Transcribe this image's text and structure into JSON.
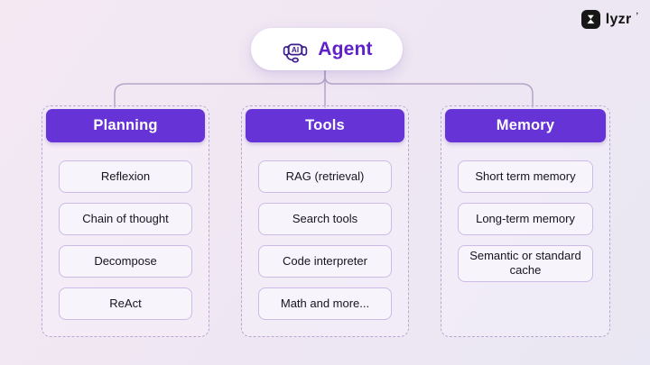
{
  "brand": {
    "name": "lyzr",
    "mark": "ʼ"
  },
  "agent": {
    "label": "Agent"
  },
  "columns": [
    {
      "title": "Planning",
      "items": [
        "Reflexion",
        "Chain of thought",
        "Decompose",
        "ReAct"
      ]
    },
    {
      "title": "Tools",
      "items": [
        "RAG (retrieval)",
        "Search tools",
        "Code interpreter",
        "Math and more..."
      ]
    },
    {
      "title": "Memory",
      "items": [
        "Short term memory",
        "Long-term memory",
        "Semantic or standard cache"
      ]
    }
  ],
  "colors": {
    "background_top": "#f4e8f3",
    "background_bottom": "#e9e7f3",
    "header_purple": "#6633d6",
    "header_text": "#ffffff",
    "card_background": "#f8f4fb",
    "card_border": "#ccbbe6",
    "card_text": "#17131f",
    "dashed_border": "#b7a7d0",
    "connector_line": "#b4a5c8",
    "agent_text": "#6021c8",
    "agent_icon_stroke": "#3c1e8e",
    "logo_background": "#171717"
  }
}
